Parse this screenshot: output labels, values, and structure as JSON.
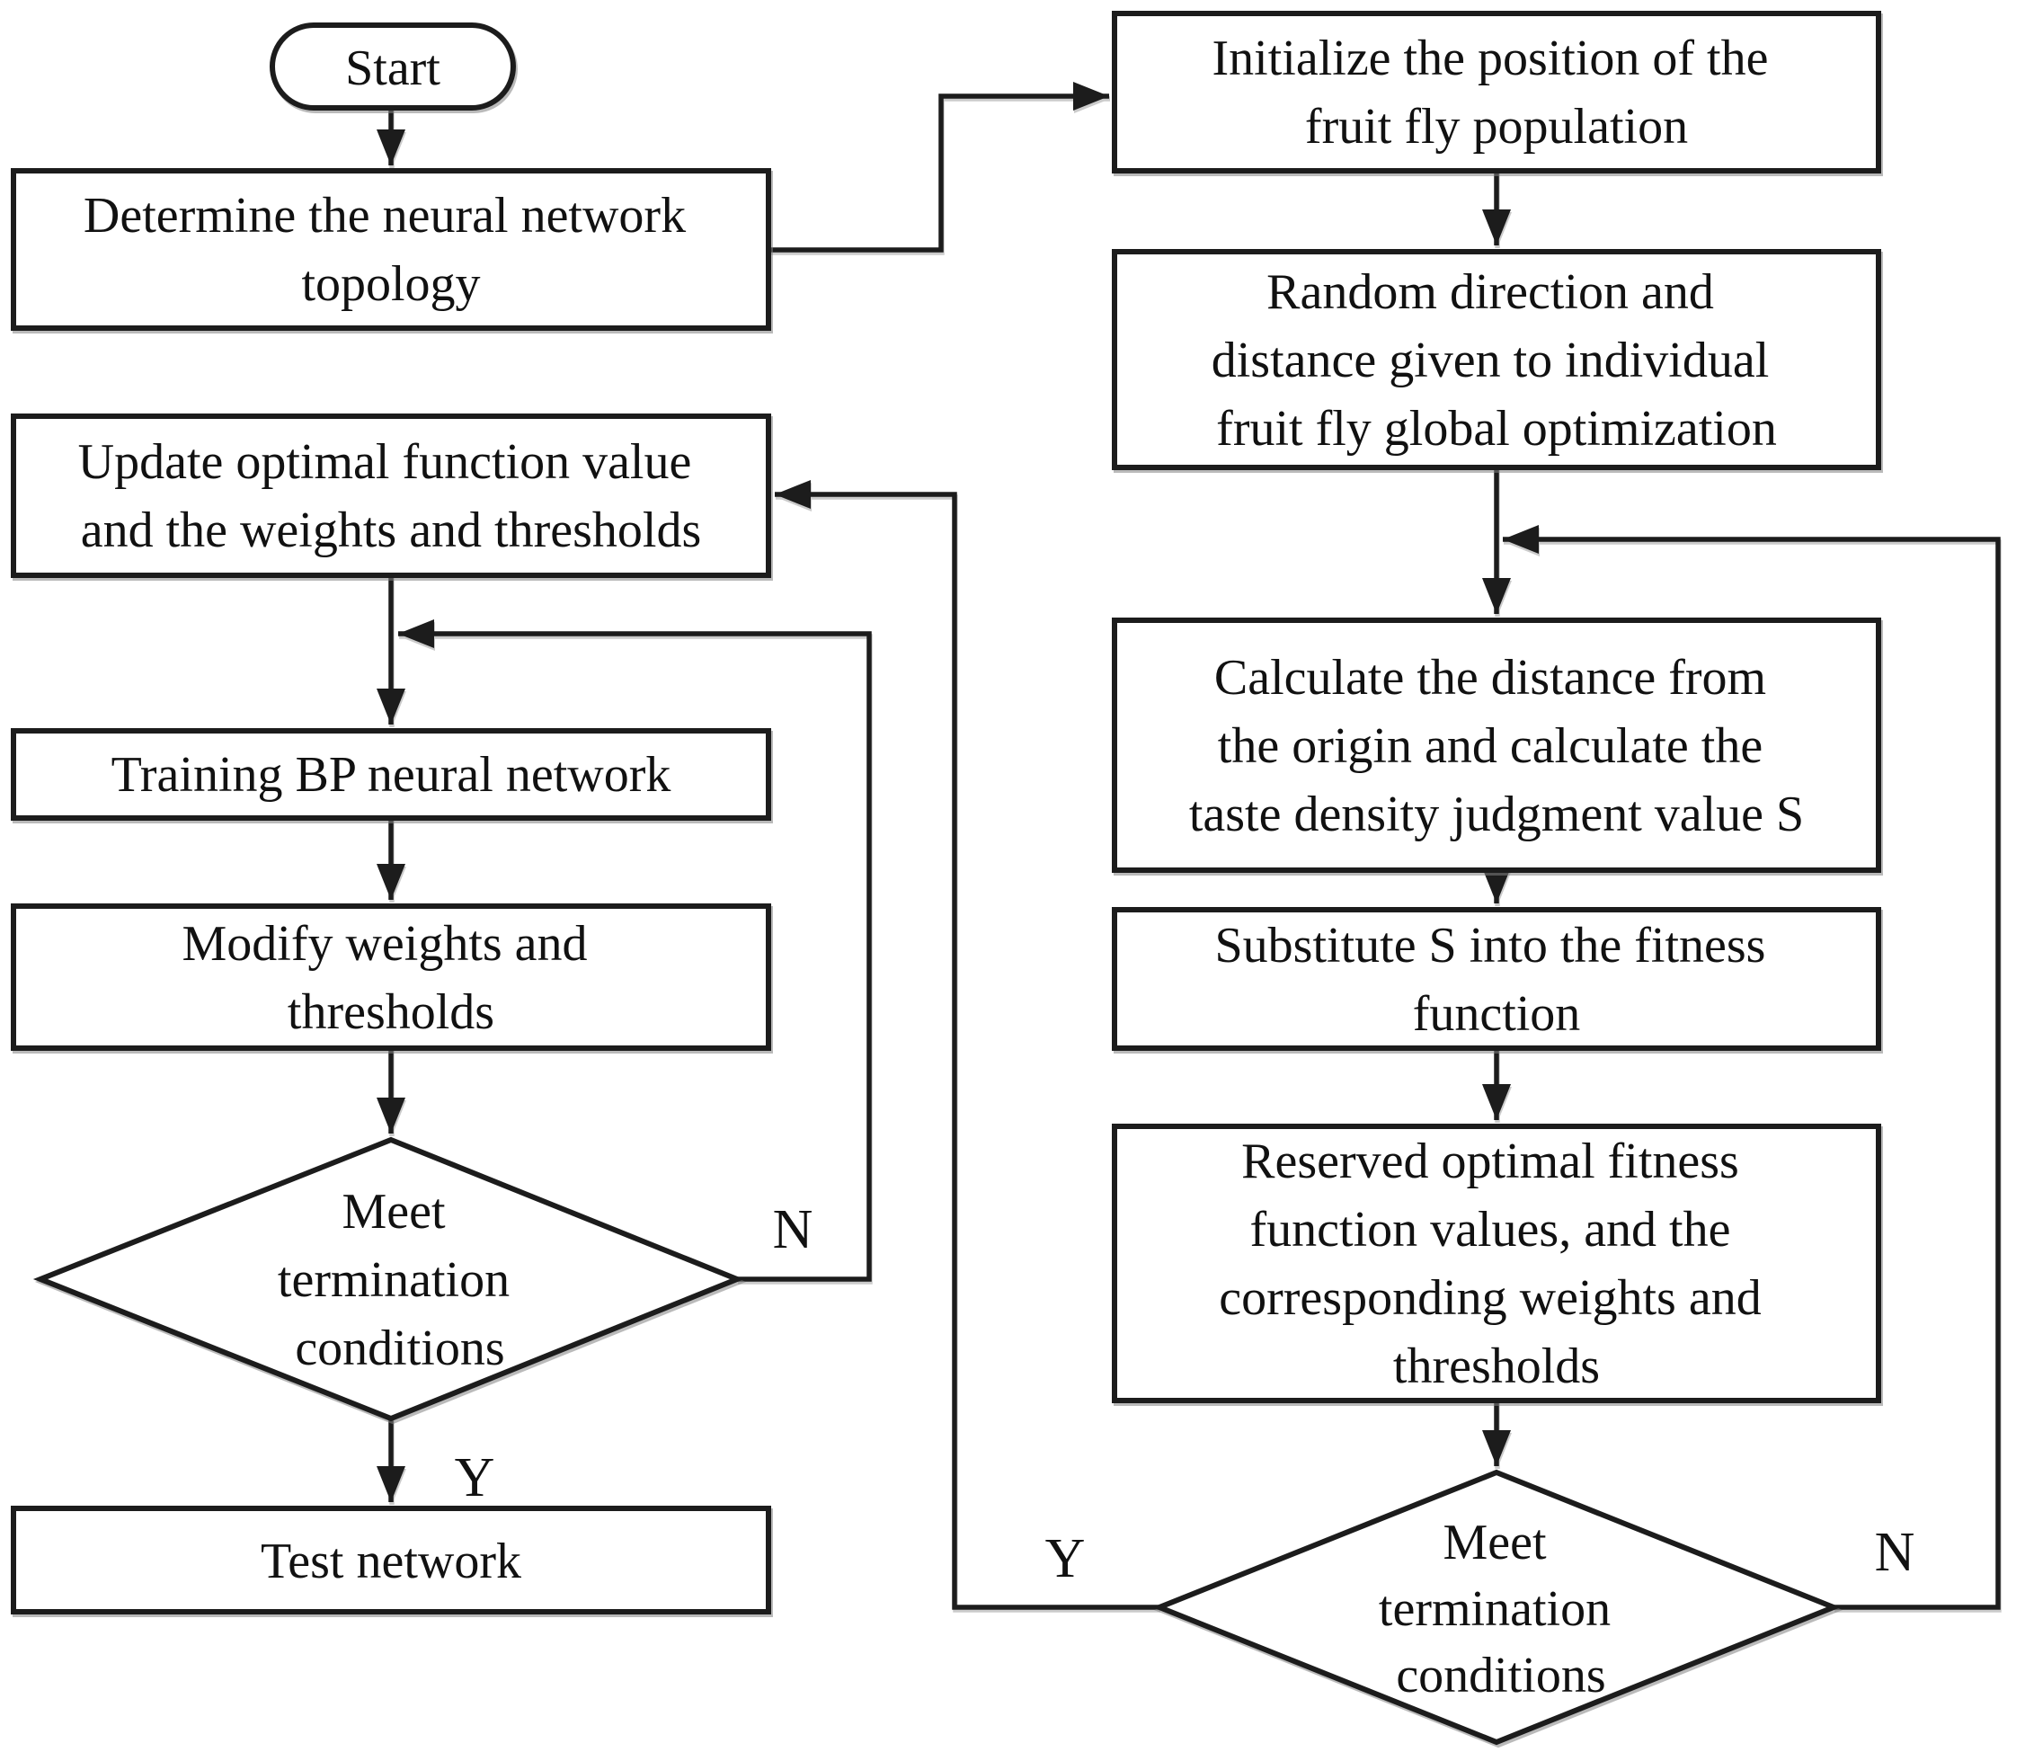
{
  "figure": {
    "background": "#ffffff",
    "line_color": "#1c1c1c",
    "text_color": "#111111"
  },
  "nodes": {
    "start": {
      "shape": "terminator",
      "lines": [
        "Start"
      ]
    },
    "determine_topology": {
      "shape": "process",
      "lines": [
        "Determine the neural network",
        "topology"
      ]
    },
    "update_optimal": {
      "shape": "process",
      "lines": [
        "Update optimal function value",
        "and the weights and thresholds"
      ]
    },
    "training_bp": {
      "shape": "process",
      "lines": [
        "Training BP neural network"
      ]
    },
    "modify_weights": {
      "shape": "process",
      "lines": [
        "Modify weights and",
        "thresholds"
      ]
    },
    "bp_decision": {
      "shape": "decision",
      "lines": [
        "Meet",
        "termination",
        "conditions"
      ]
    },
    "test_network": {
      "shape": "process",
      "lines": [
        "Test network"
      ]
    },
    "initialize_population": {
      "shape": "process",
      "lines": [
        "Initialize the position of the",
        "fruit fly population"
      ]
    },
    "random_direction": {
      "shape": "process",
      "lines": [
        "Random direction and",
        "distance given to individual",
        "fruit fly global optimization"
      ]
    },
    "calculate_distance": {
      "shape": "process",
      "lines": [
        "Calculate the distance from",
        "the origin and calculate the",
        "taste density judgment value S"
      ]
    },
    "substitute_fitness": {
      "shape": "process",
      "lines": [
        "Substitute S into the fitness",
        "function"
      ]
    },
    "reserved_optimal": {
      "shape": "process",
      "lines": [
        "Reserved optimal fitness",
        "function values, and the",
        "corresponding weights and",
        "thresholds"
      ]
    },
    "foa_decision": {
      "shape": "decision",
      "lines": [
        "Meet",
        "termination",
        "conditions"
      ]
    }
  },
  "edge_labels": {
    "bp_no": "N",
    "bp_yes": "Y",
    "foa_yes": "Y",
    "foa_no": "N"
  }
}
